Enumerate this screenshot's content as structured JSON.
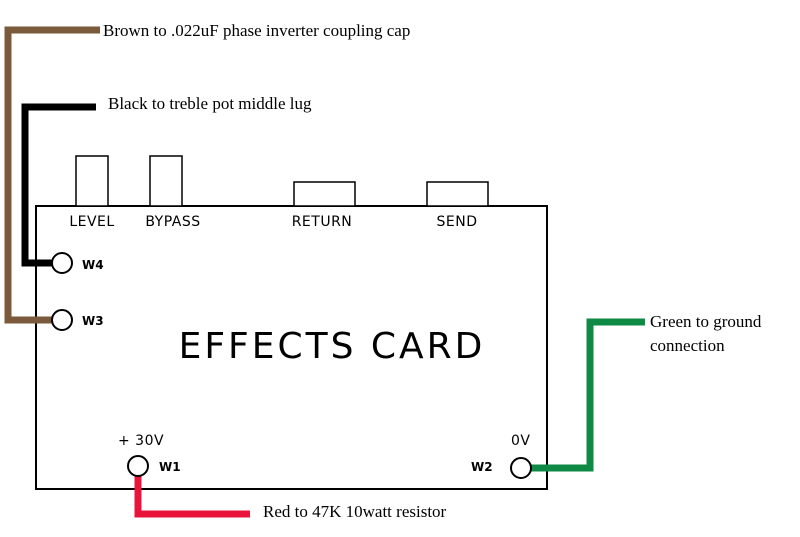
{
  "card": {
    "title": "EFFECTS CARD",
    "controls": {
      "level": "LEVEL",
      "bypass": "BYPASS",
      "return": "RETURN",
      "send": "SEND"
    },
    "pads": {
      "w4": "W4",
      "w3": "W3",
      "w1": "W1",
      "w2": "W2"
    },
    "voltage_plus": "+ 30V",
    "voltage_zero": "0V"
  },
  "wires": {
    "brown": {
      "color": "#7a5a3a",
      "label": "Brown to .022uF phase inverter coupling cap"
    },
    "black": {
      "color": "#000000",
      "label": "Black to treble pot middle lug"
    },
    "green": {
      "color": "#0e8a45",
      "label_line1": "Green to ground",
      "label_line2": "connection"
    },
    "red": {
      "color": "#e8143c",
      "label": "Red to 47K 10watt resistor"
    }
  }
}
